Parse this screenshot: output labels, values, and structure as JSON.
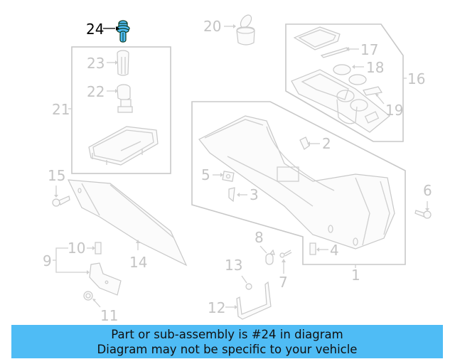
{
  "diagram": {
    "highlighted_part": "24",
    "highlight_color": "#4fbcf5",
    "callouts": [
      {
        "id": "1",
        "label": "1"
      },
      {
        "id": "2",
        "label": "2"
      },
      {
        "id": "3",
        "label": "3"
      },
      {
        "id": "4",
        "label": "4"
      },
      {
        "id": "5",
        "label": "5"
      },
      {
        "id": "6",
        "label": "6"
      },
      {
        "id": "7",
        "label": "7"
      },
      {
        "id": "8",
        "label": "8"
      },
      {
        "id": "9",
        "label": "9"
      },
      {
        "id": "10",
        "label": "10"
      },
      {
        "id": "11",
        "label": "11"
      },
      {
        "id": "12",
        "label": "12"
      },
      {
        "id": "13",
        "label": "13"
      },
      {
        "id": "14",
        "label": "14"
      },
      {
        "id": "15",
        "label": "15"
      },
      {
        "id": "16",
        "label": "16"
      },
      {
        "id": "17",
        "label": "17"
      },
      {
        "id": "18",
        "label": "18"
      },
      {
        "id": "19",
        "label": "19"
      },
      {
        "id": "20",
        "label": "20"
      },
      {
        "id": "21",
        "label": "21"
      },
      {
        "id": "22",
        "label": "22"
      },
      {
        "id": "23",
        "label": "23"
      },
      {
        "id": "24",
        "label": "24"
      }
    ]
  },
  "banner": {
    "line1": "Part or sub-assembly is #24 in diagram",
    "line2": "Diagram may not be specific to your vehicle",
    "background": "#4fbcf5"
  }
}
